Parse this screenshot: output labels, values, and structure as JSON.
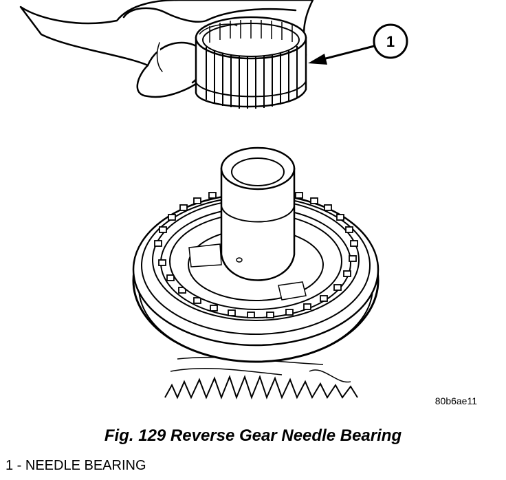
{
  "figure": {
    "callout": "1",
    "image_code": "80b6ae11",
    "caption": "Fig. 129 Reverse Gear Needle Bearing",
    "legend": [
      {
        "text": "1 - NEEDLE BEARING"
      }
    ]
  }
}
